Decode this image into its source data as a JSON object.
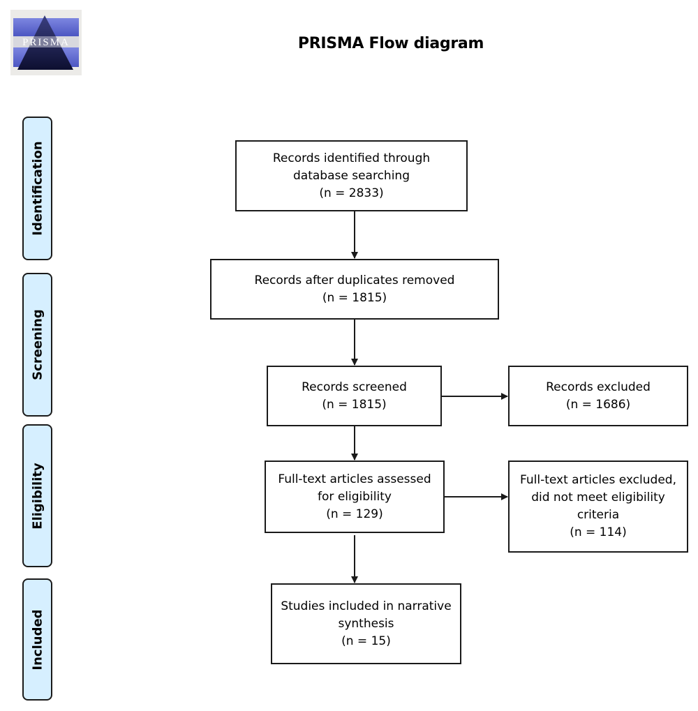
{
  "header": {
    "logo_text": "PRISMA",
    "title": "PRISMA Flow diagram"
  },
  "stages": [
    {
      "label": "Identification"
    },
    {
      "label": "Screening"
    },
    {
      "label": "Eligibility"
    },
    {
      "label": "Included"
    }
  ],
  "boxes": {
    "identified": {
      "lines": [
        "Records identified through",
        "database searching"
      ],
      "count": "(n = 2833)"
    },
    "deduplicated": {
      "lines": [
        "Records after duplicates removed"
      ],
      "count": "(n = 1815)"
    },
    "screened": {
      "lines": [
        "Records screened"
      ],
      "count": "(n = 1815)"
    },
    "excluded": {
      "lines": [
        "Records excluded"
      ],
      "count": "(n = 1686)"
    },
    "fulltext_assessed": {
      "lines": [
        "Full-text articles assessed",
        "for eligibility"
      ],
      "count": "(n = 129)"
    },
    "fulltext_excluded": {
      "lines": [
        "Full-text articles excluded,",
        "did not meet eligibility",
        "criteria"
      ],
      "count": "(n = 114)"
    },
    "included": {
      "lines": [
        "Studies included in narrative",
        "synthesis"
      ],
      "count": "(n = 15)"
    }
  },
  "colors": {
    "stage_fill": "#d6efff",
    "stroke": "#1a1a1a"
  }
}
